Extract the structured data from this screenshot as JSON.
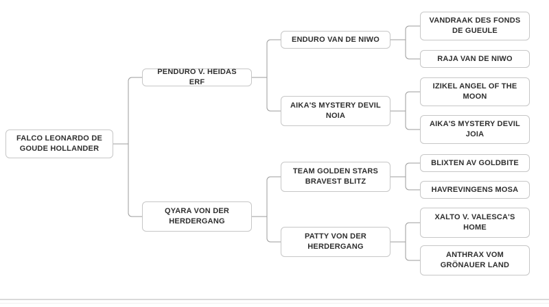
{
  "colors": {
    "page_background": "#ffffff",
    "box_border": "#c6c6c6",
    "box_background": "#ffffff",
    "box_text": "#2e2e2e",
    "connector_line": "#9b9b9b",
    "bottom_divider": "#d9d9d9"
  },
  "pedigree": {
    "type": "family-tree",
    "orientation": "left-to-right",
    "generations": 4,
    "nodes": [
      {
        "id": "falco",
        "generation": 1,
        "name": "FALCO LEONARDO DE GOUDE HOLLANDER",
        "parents_top_to_bottom": [
          "penduro",
          "qyara"
        ]
      },
      {
        "id": "penduro",
        "generation": 2,
        "name": "PENDURO V. HEIDAS ERF",
        "parents_top_to_bottom": [
          "enduro",
          "aika-noia"
        ]
      },
      {
        "id": "qyara",
        "generation": 2,
        "name": "QYARA VON DER HERDERGANG",
        "parents_top_to_bottom": [
          "team",
          "patty"
        ]
      },
      {
        "id": "enduro",
        "generation": 3,
        "name": "ENDURO VAN DE NIWO",
        "parents_top_to_bottom": [
          "vandraak",
          "raja"
        ]
      },
      {
        "id": "aika-noia",
        "generation": 3,
        "name": "AIKA'S MYSTERY DEVIL NOIA",
        "parents_top_to_bottom": [
          "izikel",
          "aika-joia"
        ]
      },
      {
        "id": "team",
        "generation": 3,
        "name": "TEAM GOLDEN STARS BRAVEST BLITZ",
        "parents_top_to_bottom": [
          "blixten",
          "havrevingens"
        ]
      },
      {
        "id": "patty",
        "generation": 3,
        "name": "PATTY VON DER HERDERGANG",
        "parents_top_to_bottom": [
          "xalto",
          "anthrax"
        ]
      },
      {
        "id": "vandraak",
        "generation": 4,
        "name": "VANDRAAK DES FONDS DE GUEULE"
      },
      {
        "id": "raja",
        "generation": 4,
        "name": "RAJA VAN DE NIWO"
      },
      {
        "id": "izikel",
        "generation": 4,
        "name": "IZIKEL ANGEL OF THE MOON"
      },
      {
        "id": "aika-joia",
        "generation": 4,
        "name": "AIKA'S MYSTERY DEVIL JOIA"
      },
      {
        "id": "blixten",
        "generation": 4,
        "name": "BLIXTEN AV GOLDBITE"
      },
      {
        "id": "havrevingens",
        "generation": 4,
        "name": "HAVREVINGENS MOSA"
      },
      {
        "id": "xalto",
        "generation": 4,
        "name": "XALTO V. VALESCA'S HOME"
      },
      {
        "id": "anthrax",
        "generation": 4,
        "name": "ANTHRAX VOM GRÖNAUER LAND"
      }
    ]
  }
}
